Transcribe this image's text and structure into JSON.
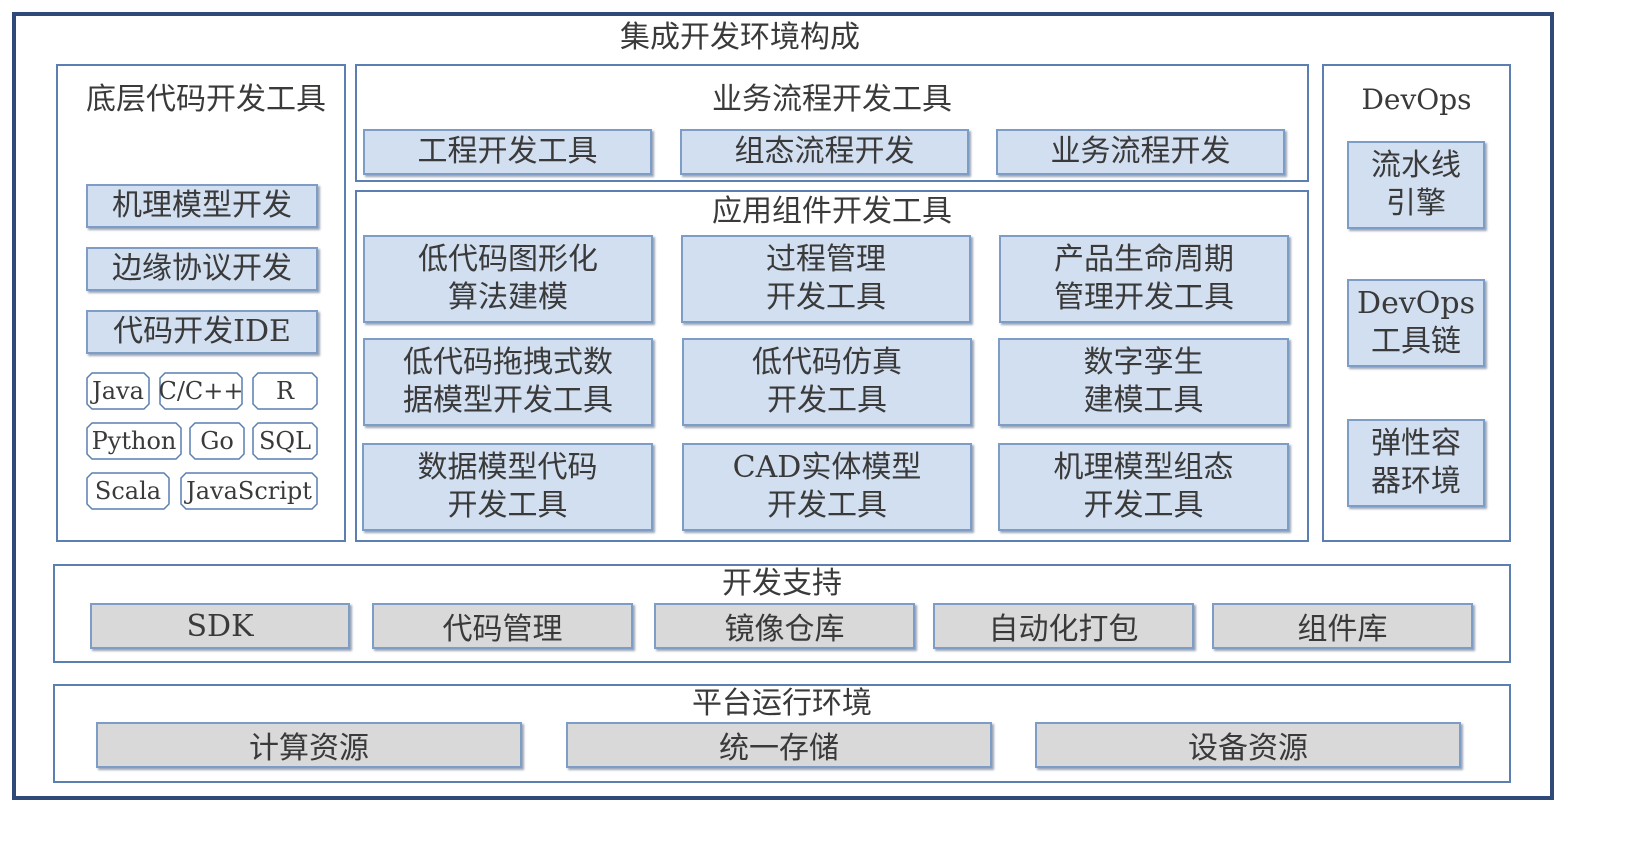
{
  "title": "集成开发环境构成",
  "bottom_code": {
    "title": "底层代码开发工具",
    "items": [
      "机理模型开发",
      "边缘协议开发",
      "代码开发IDE"
    ],
    "languages": [
      "Java",
      "C/C++",
      "R",
      "Python",
      "Go",
      "SQL",
      "Scala",
      "JavaScript"
    ]
  },
  "business": {
    "title": "业务流程开发工具",
    "items": [
      "工程开发工具",
      "组态流程开发",
      "业务流程开发"
    ]
  },
  "app_component": {
    "title": "应用组件开发工具",
    "items": [
      {
        "line1": "低代码图形化",
        "line2": "算法建模"
      },
      {
        "line1": "过程管理",
        "line2": "开发工具"
      },
      {
        "line1": "产品生命周期",
        "line2": "管理开发工具"
      },
      {
        "line1": "低代码拖拽式数",
        "line2": "据模型开发工具"
      },
      {
        "line1": "低代码仿真",
        "line2": "开发工具"
      },
      {
        "line1": "数字孪生",
        "line2": "建模工具"
      },
      {
        "line1": "数据模型代码",
        "line2": "开发工具"
      },
      {
        "line1": "CAD实体模型",
        "line2": "开发工具"
      },
      {
        "line1": "机理模型组态",
        "line2": "开发工具"
      }
    ]
  },
  "devops": {
    "title": "DevOps",
    "items": [
      {
        "line1": "流水线",
        "line2": "引擎"
      },
      {
        "line1": "DevOps",
        "line2": "工具链"
      },
      {
        "line1": "弹性容",
        "line2": "器环境"
      }
    ]
  },
  "dev_support": {
    "title": "开发支持",
    "items": [
      "SDK",
      "代码管理",
      "镜像仓库",
      "自动化打包",
      "组件库"
    ]
  },
  "platform": {
    "title": "平台运行环境",
    "items": [
      "计算资源",
      "统一存储",
      "设备资源"
    ]
  },
  "colors": {
    "frame": "#2f4a78",
    "panel_border": "#5a7fb0",
    "box_blue": "#d2dff0",
    "box_gray": "#d9d9d9"
  }
}
